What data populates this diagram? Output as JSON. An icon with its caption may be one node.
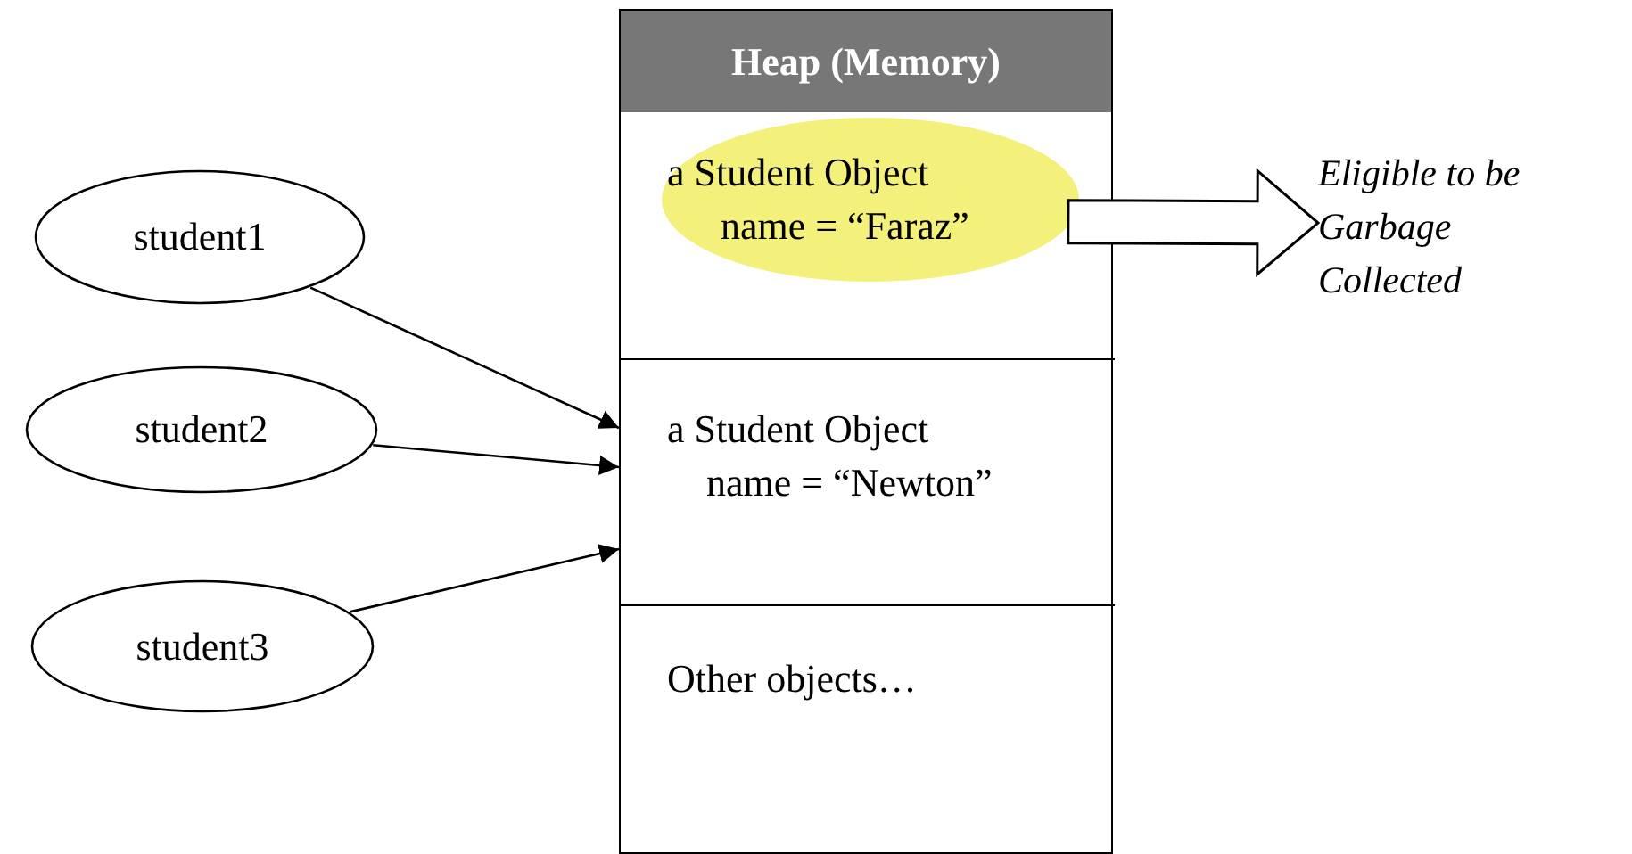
{
  "diagram": {
    "nodes": [
      {
        "text": [
          "Heap (Memory)"
        ]
      },
      {
        "text": [
          "a Student Object name = “Faraz”"
        ],
        "in": 0
      },
      {
        "text": [
          "a Student Object name = “Newton”"
        ],
        "in": 0
      },
      {
        "text": [
          "Other objects…"
        ],
        "in": 0
      },
      {
        "text": [
          "student1"
        ]
      },
      {
        "text": [
          "student2"
        ]
      },
      {
        "text": [
          "student3"
        ]
      },
      {
        "text": [
          "Eligible to be Garbage Collected"
        ]
      }
    ],
    "edges": [
      {
        "from": 4,
        "to": 2,
        "arrow": "to"
      },
      {
        "from": 5,
        "to": 2,
        "arrow": "to"
      },
      {
        "from": 6,
        "to": 2,
        "arrow": "to"
      },
      {
        "from": 1,
        "to": 7,
        "arrow": "to",
        "style": "thick"
      }
    ]
  }
}
